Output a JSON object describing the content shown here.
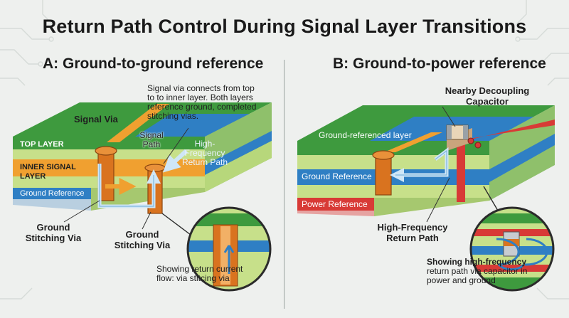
{
  "title": "Return Path Control During Signal Layer Transitions",
  "panel_a": {
    "title": "A: Ground-to-ground reference",
    "note_top": [
      "Signal via connects from top",
      "to to inner layer. Both layers",
      "reference ground, completed",
      "stitching vias."
    ],
    "signal_via": "Signal Via",
    "signal_path": [
      "Signal",
      "Path"
    ],
    "hf_return": [
      "High-",
      "Frequency",
      "Return Path"
    ],
    "layer_top": "TOP LAYER",
    "layer_inner": [
      "INNER SIGNAL",
      "LAYER"
    ],
    "layer_ground": "Ground Reference",
    "stitch_left": [
      "Ground",
      "Stitching Via"
    ],
    "stitch_right": [
      "Ground",
      "Stitching Via"
    ],
    "note_bottom": [
      "Showing return current",
      "flow: via stitcing via"
    ]
  },
  "panel_b": {
    "title": "B: Ground-to-power reference",
    "decap": [
      "Nearby Decoupling",
      "Capacitor"
    ],
    "gnd_layer": "Ground-referenced layer",
    "layer_ground": "Ground Reference",
    "layer_power": "Power Reference",
    "hf_return": [
      "High-Frequency",
      "Return Path"
    ],
    "note_bottom": [
      "Showing high-frequency",
      "return path via capacitor in",
      "power and ground"
    ]
  },
  "colors": {
    "top_green": "#3e9a3e",
    "light_green": "#c7e08a",
    "orange": "#f0a030",
    "blue": "#2f7fc4",
    "red": "#d83a36",
    "copper": "#d9731f"
  }
}
